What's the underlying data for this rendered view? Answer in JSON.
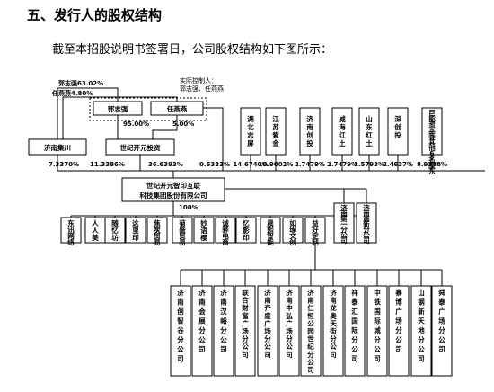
{
  "heading": "五、发行人的股权结构",
  "intro": "截至本招股说明书签署日，公司股权结构如下图所示：",
  "controller_note": [
    "实际控制人：",
    "郭志强、任燕燕"
  ],
  "guo_to_group_pct": "郭志强63.02%",
  "ren_to_group_pct": "任燕燕4.80%",
  "person_guo": "郭志强",
  "person_ren": "任燕燕",
  "pct_95": "95.00%",
  "pct_5": "5.00%",
  "jinan_group": "济南集川",
  "century_invest": "世纪开元投资",
  "company_name": [
    "世纪开元智印互联",
    "科技集团股份有限公司"
  ],
  "holding_100": "100%",
  "shareholders": [
    {
      "name": "湖北志屏",
      "pct": "14.6740%"
    },
    {
      "name": "江苏紫金",
      "pct": "10.9002%"
    },
    {
      "name": "济南创投",
      "pct": "2.7479%"
    },
    {
      "name": "威海红土",
      "pct": "2.7479%"
    },
    {
      "name": "山东红土",
      "pct": "1.5793%"
    },
    {
      "name": "深创投",
      "pct": "2.4637%"
    },
    {
      "name": "巨能资本等其他6名股东",
      "pct": "8.9388%"
    }
  ],
  "top_pcts": [
    "7.3370%",
    "11.3386%",
    "36.6393%",
    "0.6333%"
  ],
  "subsidiaries": [
    "东讯网络",
    "人人美",
    "随忆坊",
    "这里印",
    "焦炭贸易",
    "菊盛贸易",
    "妙语樱",
    "诚骅电商",
    "忆影印",
    "晨熙智能",
    "如琢文创",
    "益好定制",
    "济南第一分公司",
    "济南高新分公司"
  ],
  "branches": [
    "济南创智谷分公司",
    "济南会展分公司",
    "济南汉峪分公司",
    "联合财富广场分公司",
    "济南齐盛广场分公司",
    "济南中弘广场分公司",
    "济南仁恒公园世纪分公司",
    "济南龙奥天街分公司",
    "祥泰汇国际分公司",
    "中铁国际城分公司",
    "寨博广场分公司",
    "山钢新天地分公司",
    "舜泰广场分公司"
  ]
}
